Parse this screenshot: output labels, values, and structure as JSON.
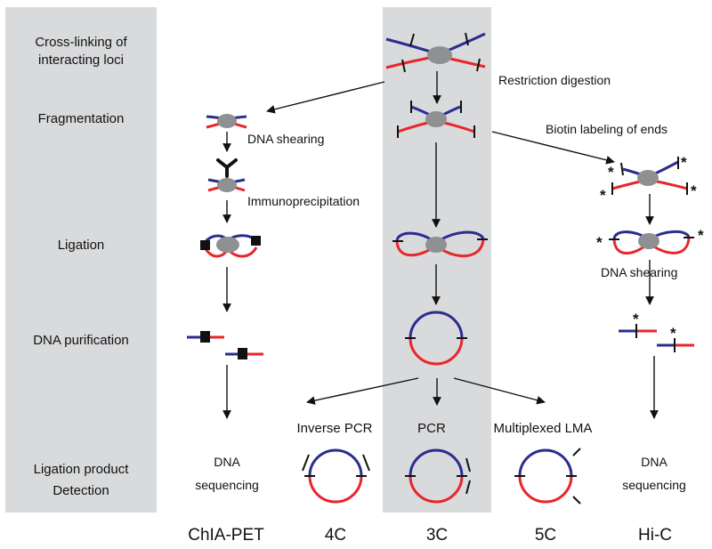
{
  "colors": {
    "panel": "#d9dadc",
    "blue_strand": "#2b2d8f",
    "red_strand": "#e8262b",
    "protein": "#8f9092"
  },
  "steps": [
    "Cross-linking of",
    "interacting loci",
    "Fragmentation",
    "Ligation",
    "DNA purification",
    "Ligation product",
    "Detection"
  ],
  "notes": {
    "restriction": "Restriction digestion",
    "biotin": "Biotin labeling of ends",
    "shearing_chia": "DNA shearing",
    "immuno": "Immunoprecipitation",
    "shearing_hic": "DNA shearing",
    "seq_chia_1": "DNA",
    "seq_chia_2": "sequencing",
    "seq_hic_1": "DNA",
    "seq_hic_2": "sequencing",
    "biotin_mark": "*"
  },
  "detection_methods": [
    "Inverse PCR",
    "PCR",
    "Multiplexed LMA"
  ],
  "methods": [
    "ChIA-PET",
    "4C",
    "3C",
    "5C",
    "Hi-C"
  ]
}
